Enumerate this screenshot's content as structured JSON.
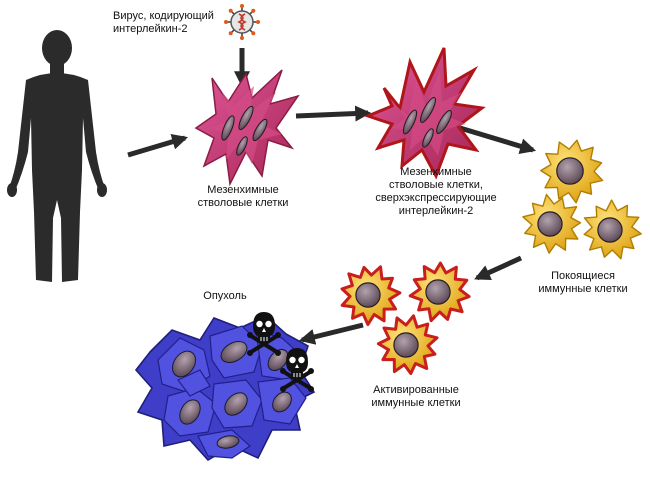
{
  "labels": {
    "virus": "Вирус, кодирующий\nинтерлейкин-2",
    "msc": "Мезенхимные\nстволовые клетки",
    "msc_il2": "Мезенхимные\nстволовые клетки,\nсверхэкспрессирующие\nинтерлейкин-2",
    "resting": "Покоящиеся\nиммунные клетки",
    "activated": "Активированные\nиммунные клетки",
    "tumor": "Опухоль"
  },
  "icons": {
    "person": "human-silhouette-icon",
    "virus": "virus-icon",
    "death": "skull-crossbones-icon"
  },
  "colors": {
    "silhouette": "#2b2b2b",
    "msc_fill": "#c2386a",
    "msc_outline_il2": "#b0151a",
    "immune_fill": "#f2b90f",
    "immune_outline_active": "#c81e1e",
    "nucleus": "#6e5a66",
    "tumor_fill": "#4a4ad8",
    "arrow": "#2a2a2a"
  }
}
